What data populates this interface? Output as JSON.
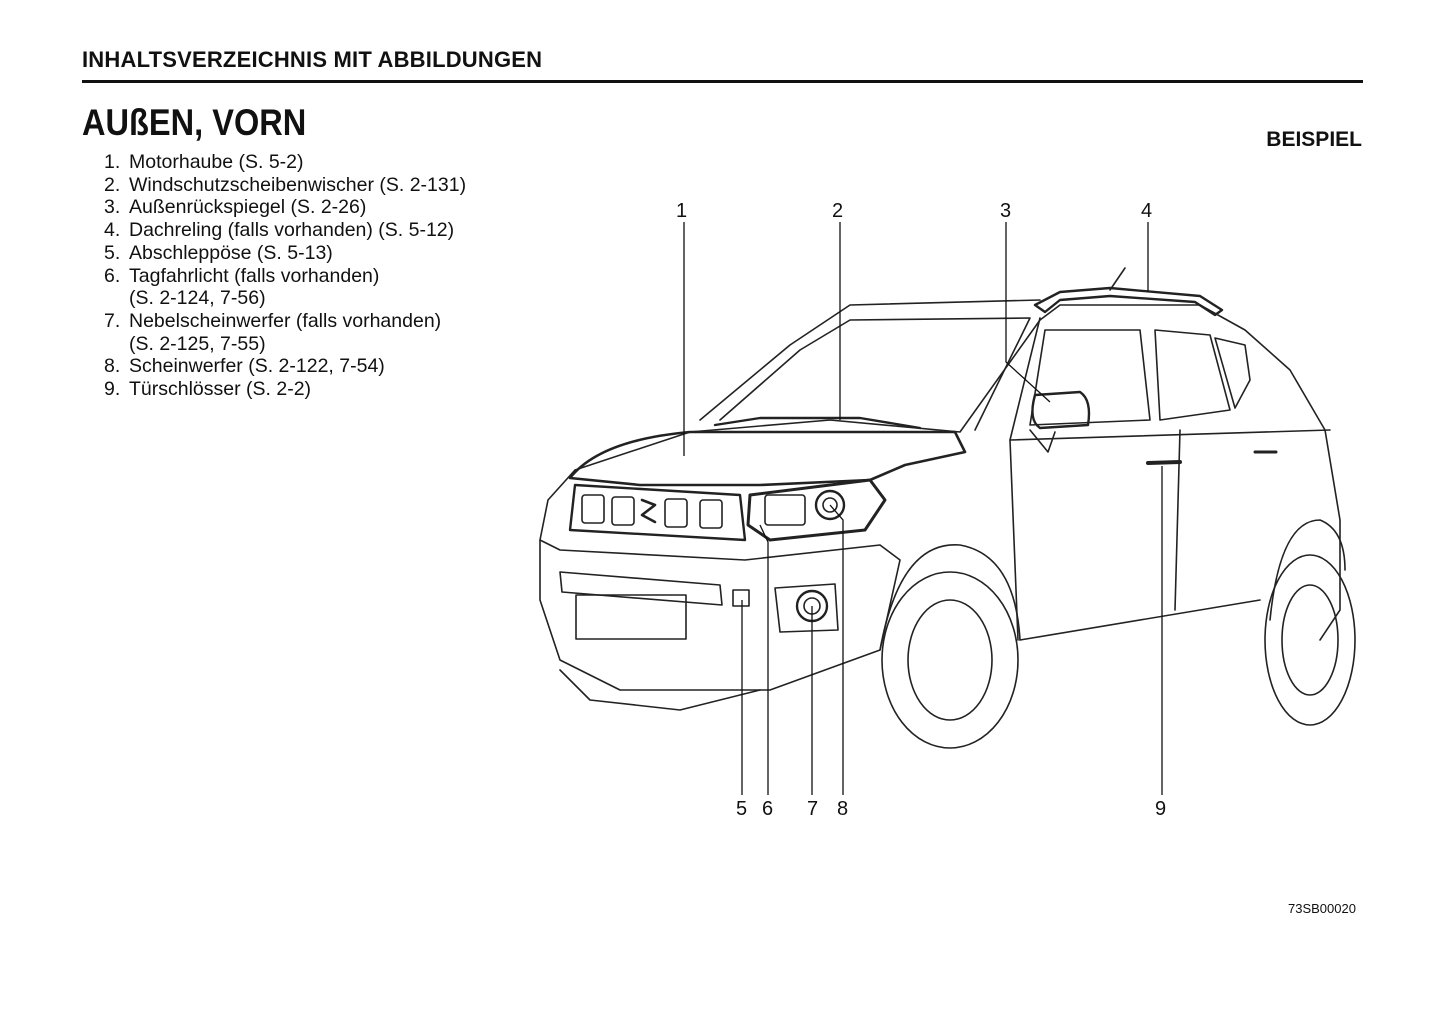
{
  "header": {
    "section": "INHALTSVERZEICHNIS MIT ABBILDUNGEN",
    "title": "AUßEN, VORN",
    "example_label": "BEISPIEL"
  },
  "items": [
    {
      "num": "1.",
      "text": "Motorhaube (S. 5-2)"
    },
    {
      "num": "2.",
      "text": "Windschutzscheibenwischer (S. 2-131)"
    },
    {
      "num": "3.",
      "text": "Außenrückspiegel (S. 2-26)"
    },
    {
      "num": "4.",
      "text": "Dachreling (falls vorhanden) (S. 5-12)"
    },
    {
      "num": "5.",
      "text": "Abschleppöse (S. 5-13)"
    },
    {
      "num": "6.",
      "text": "Tagfahrlicht (falls vorhanden)",
      "cont": "(S. 2-124, 7-56)"
    },
    {
      "num": "7.",
      "text": "Nebelscheinwerfer (falls vorhanden)",
      "cont": "(S. 2-125, 7-55)"
    },
    {
      "num": "8.",
      "text": "Scheinwerfer (S. 2-122, 7-54)"
    },
    {
      "num": "9.",
      "text": "Türschlösser (S. 2-2)"
    }
  ],
  "callouts": [
    "1",
    "2",
    "3",
    "4",
    "5",
    "6",
    "7",
    "8",
    "9"
  ],
  "figure_code": "73SB00020"
}
